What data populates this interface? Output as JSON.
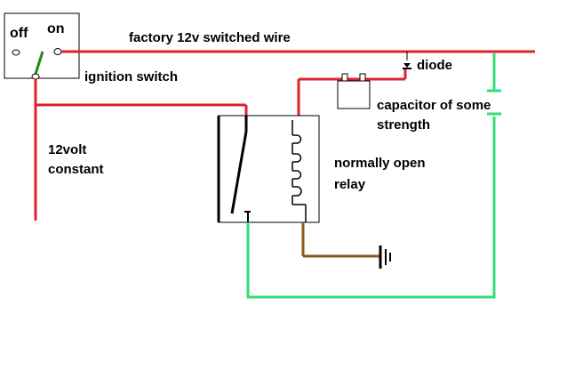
{
  "labels": {
    "off": "off",
    "on": "on",
    "factory_wire": "factory 12v switched wire",
    "ignition_switch": "ignition switch",
    "constant_line1": "12volt",
    "constant_line2": "constant",
    "diode": "diode",
    "capacitor_line1": "capacitor of some",
    "capacitor_line2": "strength",
    "relay_line1": "normally open",
    "relay_line2": "relay"
  },
  "colors": {
    "wire_12v": "#e0202a",
    "wire_ground": "#8b5a1a",
    "wire_green": "#33dd77",
    "switch_lever": "#1e8c1e",
    "outline": "#000000"
  },
  "icons": [
    "toggle-switch-icon",
    "relay-icon",
    "relay-coil-icon",
    "diode-icon",
    "capacitor-icon",
    "ground-icon"
  ]
}
